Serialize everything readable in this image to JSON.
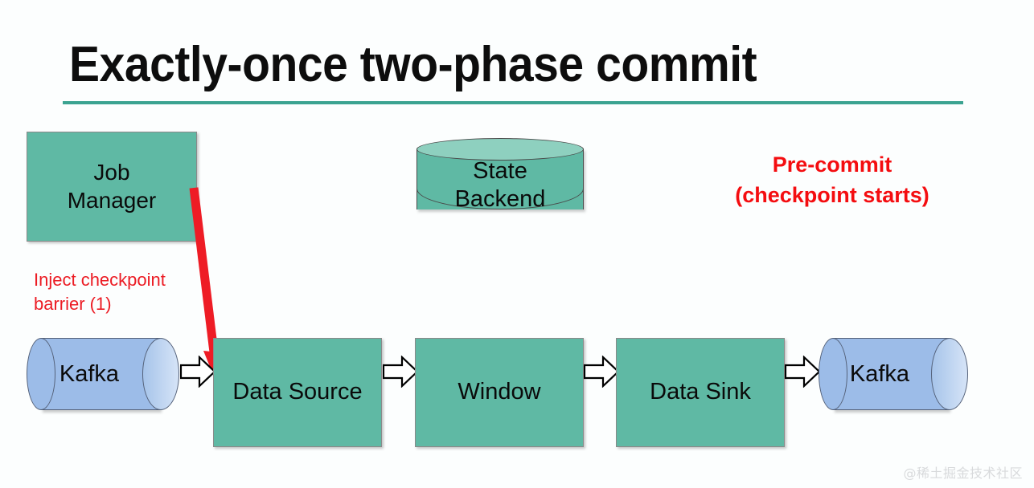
{
  "slide": {
    "title": "Exactly-once two-phase commit",
    "background_color": "#fcfefe",
    "rule_color": "#3ba391"
  },
  "colors": {
    "process_fill": "#5fb9a4",
    "cylinder_top_fill": "#8ed0bf",
    "kafka_fill": "#9cbce8",
    "annotation_red": "#ec1c24",
    "emphasis_red": "#f40d10",
    "arrow_outline": "#000000",
    "arrow_fill": "#ffffff"
  },
  "nodes": {
    "job_manager": {
      "label": "Job\nManager",
      "shape": "rectangle"
    },
    "state_backend": {
      "label": "State\nBackend",
      "shape": "cylinder"
    },
    "kafka_source": {
      "label": "Kafka",
      "shape": "horizontal-cylinder"
    },
    "data_source": {
      "label": "Data Source",
      "shape": "rectangle"
    },
    "window": {
      "label": "Window",
      "shape": "rectangle"
    },
    "data_sink": {
      "label": "Data Sink",
      "shape": "rectangle"
    },
    "kafka_sink": {
      "label": "Kafka",
      "shape": "horizontal-cylinder"
    }
  },
  "annotations": {
    "inject_barrier": "Inject checkpoint\nbarrier (1)",
    "pre_commit": "Pre-commit\n(checkpoint starts)"
  },
  "flow_arrows": [
    {
      "name": "kafka-source-to-data-source",
      "from": "kafka_source",
      "to": "data_source"
    },
    {
      "name": "data-source-to-window",
      "from": "data_source",
      "to": "window"
    },
    {
      "name": "window-to-data-sink",
      "from": "window",
      "to": "data_sink"
    },
    {
      "name": "data-sink-to-kafka-sink",
      "from": "data_sink",
      "to": "kafka_sink"
    }
  ],
  "barrier_arrow": {
    "name": "barrier-arrow",
    "from": "job_manager",
    "to": "data_source",
    "color": "#ee1c25"
  },
  "watermark": "@稀土掘金技术社区"
}
